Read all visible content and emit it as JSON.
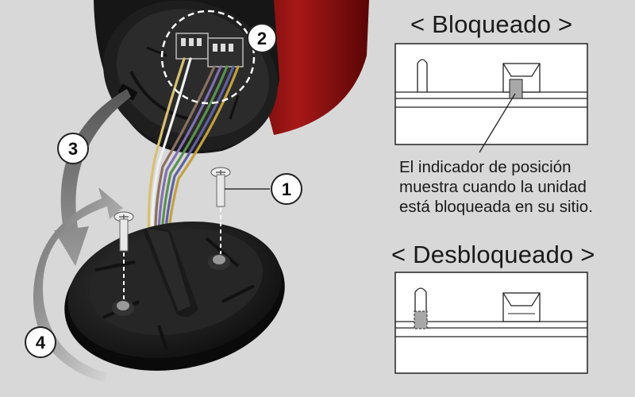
{
  "locked": {
    "title": "< Bloqueado >",
    "note_lines": [
      "El indicador de posición",
      "muestra cuando la unidad",
      "está bloqueada en su sitio."
    ]
  },
  "unlocked": {
    "title": "< Desbloqueado >"
  },
  "steps": [
    {
      "number": "1"
    },
    {
      "number": "2"
    },
    {
      "number": "3"
    },
    {
      "number": "4"
    }
  ],
  "colors": {
    "background": "#d8d8d8",
    "housing": "#1c1c1c",
    "red_lens": "#8a1010",
    "panel": "#ffffff",
    "indicator": "#a8a8a8",
    "arrow": "#6a6a6a"
  },
  "wire_colors": [
    "#d8c070",
    "#f0f0f0",
    "#8a7060",
    "#8070b0",
    "#5a9050",
    "#6060a0",
    "#c0a040"
  ]
}
